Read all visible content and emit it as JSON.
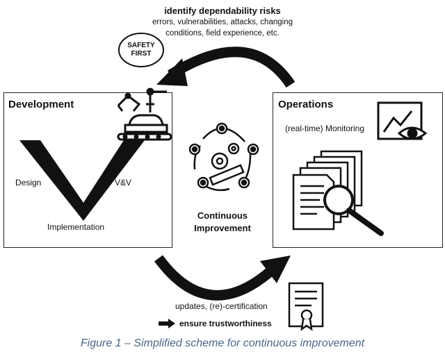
{
  "top": {
    "heading": "identify dependability risks",
    "line1": "errors, vulnerabilities, attacks, changing",
    "line2": "conditions, field experience, etc."
  },
  "safety_badge": {
    "line1": "SAFETY",
    "line2": "FIRST"
  },
  "development": {
    "title": "Development",
    "design_label": "Design",
    "vv_label": "V&V",
    "implementation_label": "Implementation"
  },
  "center": {
    "line1": "Continuous",
    "line2": "Improvement"
  },
  "operations": {
    "title": "Operations",
    "monitoring_label": "(real-time) Monitoring"
  },
  "bottom": {
    "updates": "updates, (re)-certification",
    "trust": "ensure trustworthiness"
  },
  "caption": "Figure 1 – Simplified scheme for continuous improvement",
  "icons": [
    "robot-arm-car-icon",
    "gears-cycle-icon",
    "monitoring-eye-icon",
    "documents-magnifier-icon",
    "certificate-icon",
    "right-arrow-icon"
  ],
  "colors": {
    "caption": "#4a6587",
    "ink": "#111111"
  }
}
